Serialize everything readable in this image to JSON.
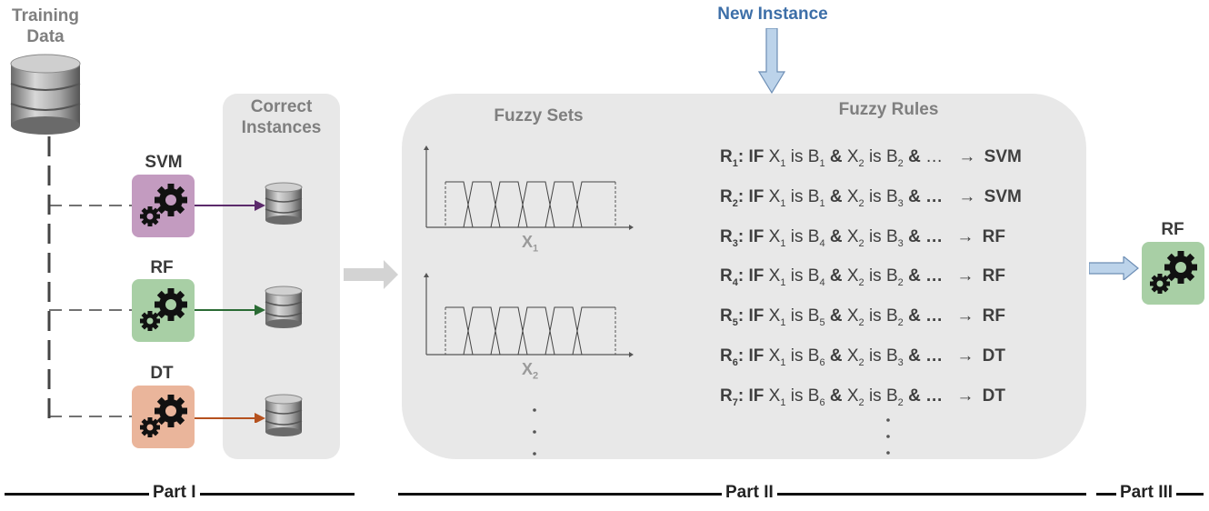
{
  "training_data": {
    "label_line1": "Training",
    "label_line2": "Data",
    "icon": "database-icon"
  },
  "models": [
    {
      "name": "SVM",
      "color": "#c39bc0",
      "arrow_color": "#5b2a6b",
      "icon": "gears-icon"
    },
    {
      "name": "RF",
      "color": "#a8cfa5",
      "arrow_color": "#2a6b34",
      "icon": "gears-icon"
    },
    {
      "name": "DT",
      "color": "#eab59b",
      "arrow_color": "#b5511e",
      "icon": "gears-icon"
    }
  ],
  "correct_instances": {
    "label_line1": "Correct",
    "label_line2": "Instances",
    "icon": "database-icon"
  },
  "new_instance": {
    "label": "New Instance",
    "color": "#3d6fa8"
  },
  "fuzzy_sets": {
    "title": "Fuzzy Sets",
    "var1": "X",
    "var1_sub": "1",
    "var2": "X",
    "var2_sub": "2"
  },
  "fuzzy_rules": {
    "title": "Fuzzy Rules",
    "rules": [
      {
        "r": "R",
        "r_sub": "1",
        "if": ": IF",
        "x1": "X",
        "x1_sub": "1",
        "is1": "is",
        "b1": "B",
        "b1_sub": "1",
        "and1": "&",
        "x2": "X",
        "x2_sub": "2",
        "is2": "is",
        "b2": "B",
        "b2_sub": "2",
        "and2": "&",
        "dots": "…",
        "arrow": "→",
        "target": "SVM"
      },
      {
        "r": "R",
        "r_sub": "2",
        "if": ": IF",
        "x1": "X",
        "x1_sub": "1",
        "is1": "is",
        "b1": "B",
        "b1_sub": "1",
        "and1": "&",
        "x2": "X",
        "x2_sub": "2",
        "is2": "is",
        "b2": "B",
        "b2_sub": "3",
        "and2": "&",
        "dots": "…",
        "arrow": "→",
        "target": "SVM"
      },
      {
        "r": "R",
        "r_sub": "3",
        "if": ": IF",
        "x1": "X",
        "x1_sub": "1",
        "is1": "is",
        "b1": "B",
        "b1_sub": "4",
        "and1": "&",
        "x2": "X",
        "x2_sub": "2",
        "is2": "is",
        "b2": "B",
        "b2_sub": "3",
        "and2": "&",
        "dots": "…",
        "arrow": "→",
        "target": "RF"
      },
      {
        "r": "R",
        "r_sub": "4",
        "if": ": IF",
        "x1": "X",
        "x1_sub": "1",
        "is1": "is",
        "b1": "B",
        "b1_sub": "4",
        "and1": "&",
        "x2": "X",
        "x2_sub": "2",
        "is2": "is",
        "b2": "B",
        "b2_sub": "2",
        "and2": "&",
        "dots": "…",
        "arrow": "→",
        "target": "RF"
      },
      {
        "r": "R",
        "r_sub": "5",
        "if": ": IF",
        "x1": "X",
        "x1_sub": "1",
        "is1": "is",
        "b1": "B",
        "b1_sub": "5",
        "and1": "&",
        "x2": "X",
        "x2_sub": "2",
        "is2": "is",
        "b2": "B",
        "b2_sub": "2",
        "and2": "&",
        "dots": "…",
        "arrow": "→",
        "target": "RF"
      },
      {
        "r": "R",
        "r_sub": "6",
        "if": ": IF",
        "x1": "X",
        "x1_sub": "1",
        "is1": "is",
        "b1": "B",
        "b1_sub": "6",
        "and1": "&",
        "x2": "X",
        "x2_sub": "2",
        "is2": "is",
        "b2": "B",
        "b2_sub": "3",
        "and2": "&",
        "dots": "…",
        "arrow": "→",
        "target": "DT"
      },
      {
        "r": "R",
        "r_sub": "7",
        "if": ": IF",
        "x1": "X",
        "x1_sub": "1",
        "is1": "is",
        "b1": "B",
        "b1_sub": "6",
        "and1": "&",
        "x2": "X",
        "x2_sub": "2",
        "is2": "is",
        "b2": "B",
        "b2_sub": "2",
        "and2": "&",
        "dots": "…",
        "arrow": "→",
        "target": "DT"
      }
    ]
  },
  "output": {
    "label": "RF",
    "color": "#a8cfa5",
    "icon": "gears-icon"
  },
  "parts": {
    "part1": "Part I",
    "part2": "Part II",
    "part3": "Part III"
  }
}
